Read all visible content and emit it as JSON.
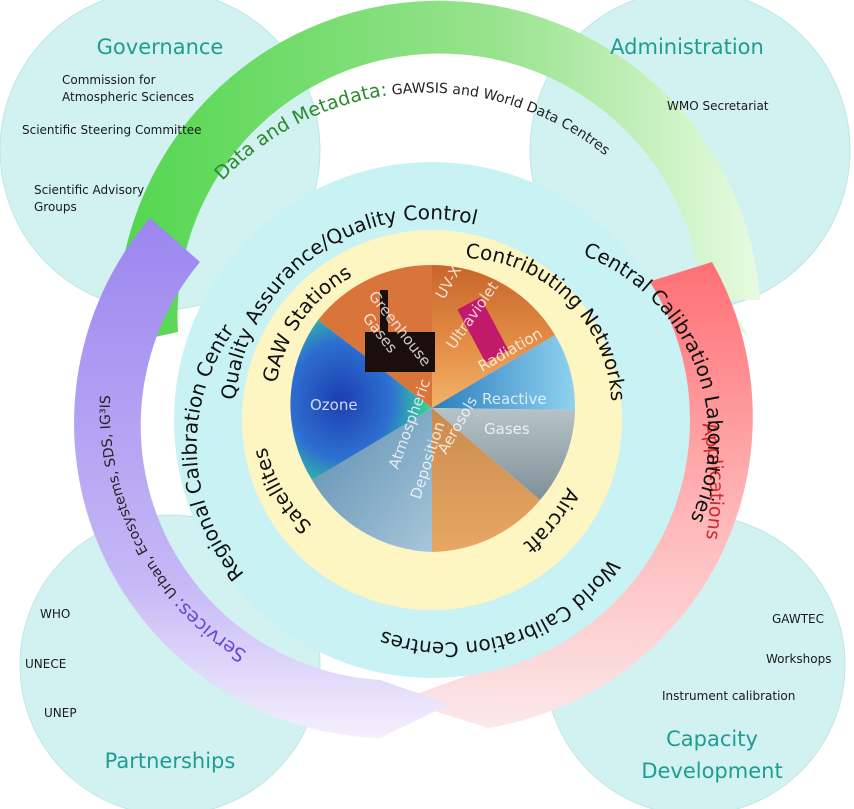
{
  "corners": {
    "governance": {
      "title": "Governance",
      "items": [
        "Commission for",
        "Atmospheric Sciences",
        "Scientific Steering Committee",
        "Scientific Advisory",
        "Groups"
      ]
    },
    "administration": {
      "title": "Administration",
      "items": [
        "WMO Secretariat"
      ]
    },
    "partnerships": {
      "title": "Partnerships",
      "items": [
        "WHO",
        "UNECE",
        "UNEP"
      ]
    },
    "capacity": {
      "title_line1": "Capacity",
      "title_line2": "Development",
      "items": [
        "GAWTEC",
        "Workshops",
        "Instrument calibration"
      ]
    }
  },
  "arcs": {
    "data": {
      "main": "Data and Metadata:",
      "detail": " GAWSIS and World Data Centres",
      "color": "#3fd24a"
    },
    "applications": {
      "main": "Applications",
      "color": "#e02a2a"
    },
    "services": {
      "main": "Services:",
      "detail": " Urban, Ecosystems, SDS, IG³IS",
      "color": "#7a55e6"
    }
  },
  "ring": {
    "qa_qc": "Quality Assurance/Quality Control",
    "central": "Central Calibration Laboratories",
    "world": "World Calibration Centres",
    "regional": "Regional Calibration Centres"
  },
  "inner_ring": {
    "gaw_stations": "GAW Stations",
    "contributing": "Contributing Networks",
    "aircraft": "Aircraft",
    "satellites": "Satellites"
  },
  "pie": {
    "greenhouse_1": "Greenhouse",
    "greenhouse_2": "Gases",
    "uv_1": "Ultraviolet",
    "uv_2": "Radiation",
    "reactive_1": "Reactive",
    "reactive_2": "Gases",
    "aerosols": "Aerosols",
    "deposition_1": "Atmospheric",
    "deposition_2": "Deposition",
    "ozone": "Ozone",
    "uvx": "UV-X"
  },
  "colors": {
    "corner_circle": "#d2f1f1",
    "light_ring": "#c9f2f4",
    "yellow_ring": "#fdf6c2",
    "title_teal": "#1f9c94"
  }
}
